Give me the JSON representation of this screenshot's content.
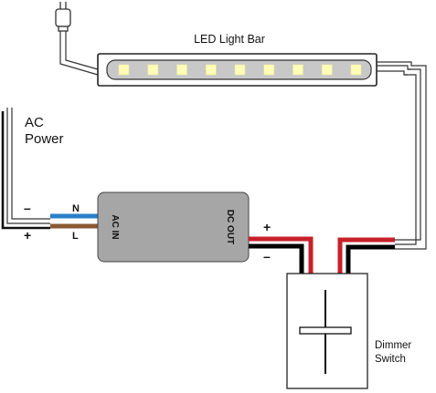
{
  "labels": {
    "led_bar": "LED Light Bar",
    "ac_power_line1": "AC",
    "ac_power_line2": "Power",
    "ac_in": "AC IN",
    "dc_out": "DC OUT",
    "n": "N",
    "l": "L",
    "plus_left": "+",
    "minus_left": "–",
    "plus_right": "+",
    "minus_right": "–",
    "dimmer_line1": "Dimmer",
    "dimmer_line2": "Switch"
  },
  "colors": {
    "wire_red": "#c8202a",
    "wire_black": "#000000",
    "wire_blue": "#2a7fc8",
    "wire_brown": "#8a5a34",
    "driver_fill": "#a6a6a6",
    "led_bar_fill": "#c8c8c8",
    "led_chip": "#fffdb8"
  },
  "led_count": 9
}
